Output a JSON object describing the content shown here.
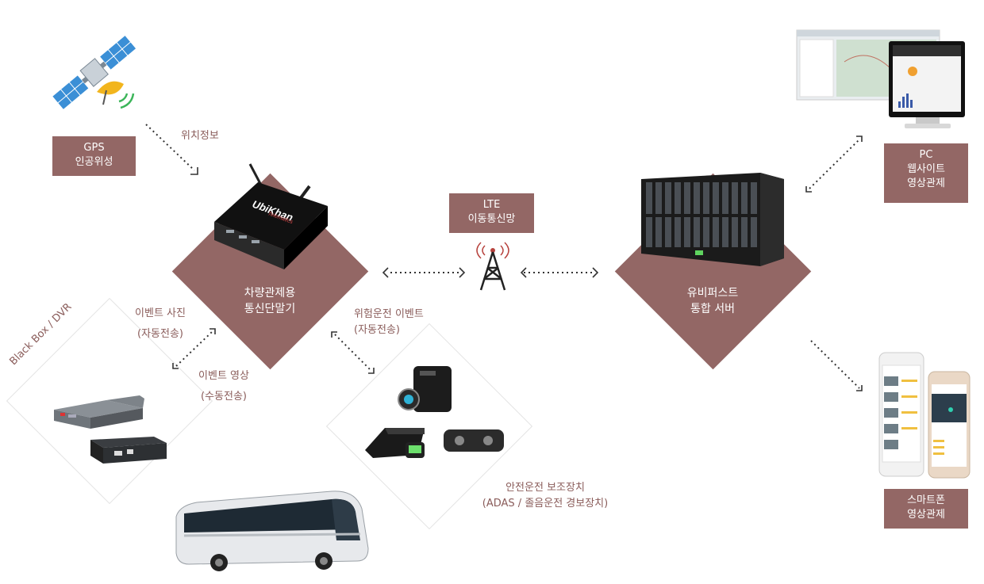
{
  "nodes": {
    "gps": {
      "line1": "GPS",
      "line2": "인공위성"
    },
    "lte": {
      "line1": "LTE",
      "line2": "이동통신망"
    },
    "pc": {
      "line1": "PC",
      "line2": "웹사이트",
      "line3": "영상관제"
    },
    "smartphone": {
      "line1": "스마트폰",
      "line2": "영상관제"
    },
    "terminal": {
      "line1": "차량관제용",
      "line2": "통신단말기"
    },
    "server": {
      "line1": "유비퍼스트",
      "line2": "통합 서버"
    },
    "blackbox": {
      "label": "Black Box / DVR"
    },
    "adas": {
      "line1": "안전운전 보조장치",
      "line2": "(ADAS / 졸음운전 경보장치)"
    }
  },
  "captions": {
    "location": "위치정보",
    "event_photo_1": "이벤트 사진",
    "event_photo_2": "(자동전송)",
    "event_video_1": "이벤트 영상",
    "event_video_2": "(수동전송)",
    "danger_1": "위험운전 이벤트",
    "danger_2": "(자동전송)"
  },
  "device_text": {
    "brand": "UbiKhan",
    "sub": "Telematics"
  },
  "colors": {
    "accent": "#936765",
    "caption": "#8a5c5a",
    "dots": "#333333"
  },
  "icons": [
    "satellite-icon",
    "cell-tower-icon",
    "server-rack-icon",
    "monitor-icon",
    "smartphone-icon",
    "bus-icon",
    "terminal-device-icon",
    "dvr-icon",
    "adas-icon"
  ]
}
